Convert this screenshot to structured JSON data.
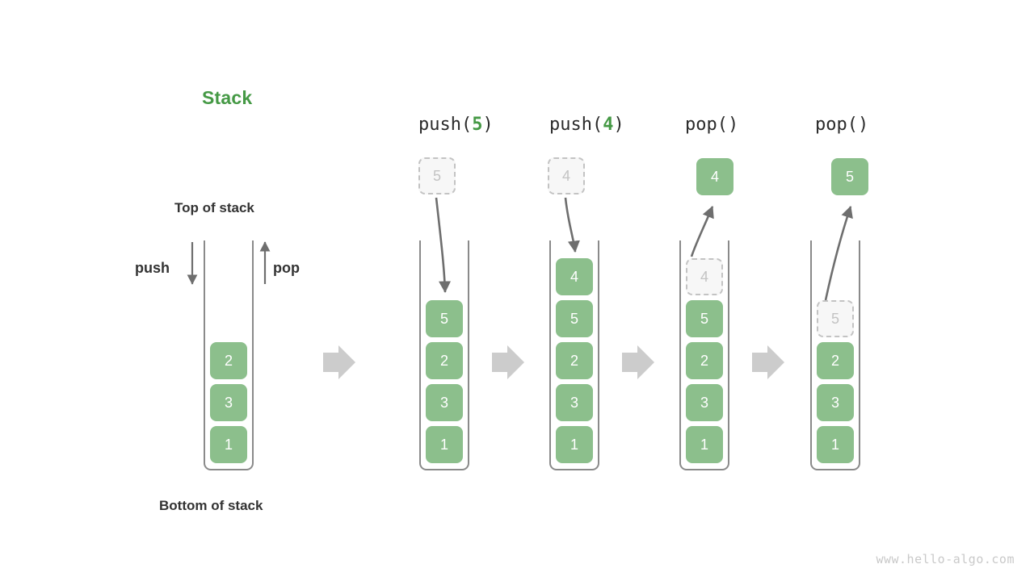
{
  "diagram": {
    "title": "Stack",
    "title_color": "#459945",
    "element_color": "#8cbf8c",
    "ghost_color": "#c3c3c3",
    "transition_arrow_color": "#cccccc",
    "container_color": "#8a8a8a",
    "annotations": {
      "top_of_stack": "Top of stack",
      "bottom_of_stack": "Bottom of stack",
      "push": "push",
      "pop": "pop"
    },
    "watermark": "www.hello-algo.com",
    "stages": [
      {
        "id": "initial",
        "label_prefix": "",
        "label_arg": "",
        "label_suffix": "",
        "elements": [
          "2",
          "3",
          "1"
        ],
        "floating": null,
        "ghost_index": null
      },
      {
        "id": "push-5",
        "label_prefix": "push(",
        "label_arg": "5",
        "label_suffix": ")",
        "elements": [
          "5",
          "2",
          "3",
          "1"
        ],
        "floating": "5",
        "floating_kind": "ghost",
        "ghost_index": null
      },
      {
        "id": "push-4",
        "label_prefix": "push(",
        "label_arg": "4",
        "label_suffix": ")",
        "elements": [
          "4",
          "5",
          "2",
          "3",
          "1"
        ],
        "floating": "4",
        "floating_kind": "ghost",
        "ghost_index": null
      },
      {
        "id": "pop-1",
        "label_prefix": "pop(",
        "label_arg": "",
        "label_suffix": ")",
        "elements": [
          "4",
          "5",
          "2",
          "3",
          "1"
        ],
        "floating": "4",
        "floating_kind": "solid",
        "ghost_index": 0
      },
      {
        "id": "pop-2",
        "label_prefix": "pop(",
        "label_arg": "",
        "label_suffix": ")",
        "elements": [
          "5",
          "2",
          "3",
          "1"
        ],
        "floating": "5",
        "floating_kind": "solid",
        "ghost_index": 0
      }
    ]
  }
}
